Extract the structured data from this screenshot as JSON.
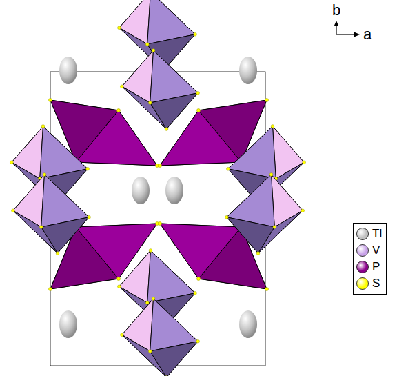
{
  "diagram": {
    "labels": [
      "b",
      "a"
    ],
    "legend": [
      {
        "text": "Tl",
        "color": "#c0c0c0"
      },
      {
        "text": "V",
        "color": "#c8a2e8"
      },
      {
        "text": "P",
        "color": "#8b008b"
      },
      {
        "text": "S",
        "color": "#ffff00"
      }
    ]
  }
}
